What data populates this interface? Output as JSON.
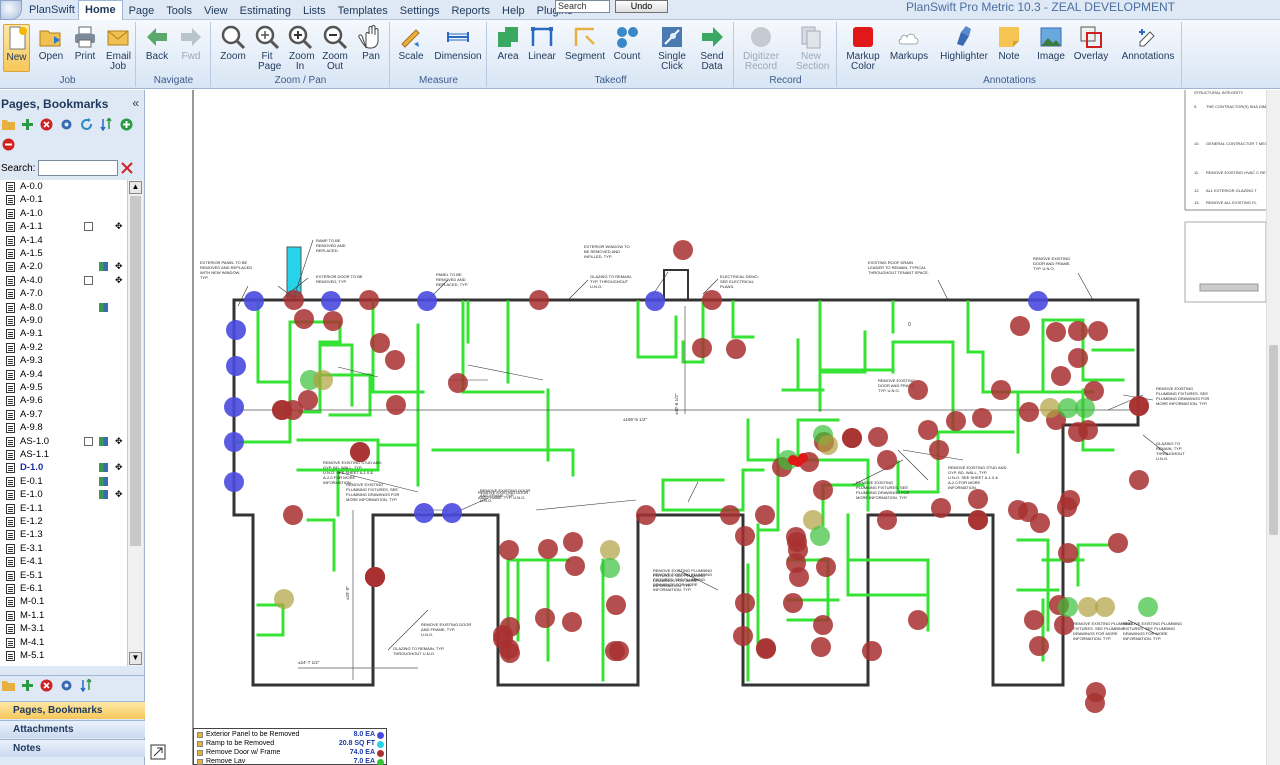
{
  "app": {
    "name": "PlanSwift",
    "window_title": "PlanSwift Pro Metric 10.3 - ZEAL DEVELOPMENT"
  },
  "menus": [
    "Home",
    "Page",
    "Tools",
    "View",
    "Estimating",
    "Lists",
    "Templates",
    "Settings",
    "Reports",
    "Help",
    "Plugins"
  ],
  "quick": {
    "search_placeholder": "Search",
    "undo_label": "Undo"
  },
  "ribbon": {
    "groups": [
      {
        "label": "Job",
        "buttons": [
          {
            "label": "New",
            "icon": "new-icon"
          },
          {
            "label": "Open",
            "icon": "folder-open-icon"
          },
          {
            "label": "Print",
            "icon": "printer-icon"
          },
          {
            "label": "Email Job",
            "icon": "email-icon"
          }
        ]
      },
      {
        "label": "Navigate",
        "buttons": [
          {
            "label": "Back",
            "icon": "arrow-left-icon"
          },
          {
            "label": "Fwd",
            "icon": "arrow-right-icon"
          }
        ]
      },
      {
        "label": "Zoom / Pan",
        "buttons": [
          {
            "label": "Zoom",
            "icon": "magnifier-icon"
          },
          {
            "label": "Fit Page",
            "icon": "zoom-fit-icon"
          },
          {
            "label": "Zoom In",
            "icon": "zoom-in-icon"
          },
          {
            "label": "Zoom Out",
            "icon": "zoom-out-icon"
          },
          {
            "label": "Pan",
            "icon": "hand-icon"
          }
        ]
      },
      {
        "label": "Measure",
        "buttons": [
          {
            "label": "Scale",
            "icon": "scale-icon"
          },
          {
            "label": "Dimension",
            "icon": "dimension-icon"
          }
        ]
      },
      {
        "label": "Takeoff",
        "buttons": [
          {
            "label": "Area",
            "icon": "area-icon"
          },
          {
            "label": "Linear",
            "icon": "linear-icon"
          },
          {
            "label": "Segment",
            "icon": "segment-icon"
          },
          {
            "label": "Count",
            "icon": "count-icon"
          },
          {
            "label": "Single Click",
            "icon": "single-click-icon"
          },
          {
            "label": "Send Data",
            "icon": "send-data-icon"
          }
        ]
      },
      {
        "label": "Record",
        "buttons": [
          {
            "label": "Digitizer Record",
            "icon": "record-icon"
          },
          {
            "label": "New Section",
            "icon": "new-section-icon"
          }
        ]
      },
      {
        "label": "Annotations",
        "buttons": [
          {
            "label": "Markup Color",
            "icon": "color-icon"
          },
          {
            "label": "Markups",
            "icon": "cloud-icon"
          },
          {
            "label": "Highlighter",
            "icon": "highlighter-icon"
          },
          {
            "label": "Note",
            "icon": "note-icon"
          },
          {
            "label": "Image",
            "icon": "image-icon"
          },
          {
            "label": "Overlay",
            "icon": "overlay-icon"
          },
          {
            "label": "Annotations",
            "icon": "annotations-icon"
          }
        ]
      }
    ]
  },
  "sidebar": {
    "title": "Pages, Bookmarks",
    "collapse": "«",
    "search_label": "Search:",
    "pages": [
      "A-0.0",
      "A-0.1",
      "A-1.0",
      "A-1.1",
      "A-1.4",
      "A-1.5",
      "A-2.0",
      "A-4.0",
      "A-7.0",
      "A-8.0",
      "A-9.0",
      "A-9.1",
      "A-9.2",
      "A-9.3",
      "A-9.4",
      "A-9.5",
      "A-9.6",
      "A-9.7",
      "A-9.8",
      "AS-1.0",
      "AS-1.1",
      "D-1.0",
      "E-0.1",
      "E-1.0",
      "E-1.1",
      "E-1.2",
      "E-1.3",
      "E-3.1",
      "E-4.1",
      "E-5.1",
      "E-6.1",
      "M-0.1",
      "M-1.1",
      "M-3.1",
      "M-4.1",
      "M-5.1"
    ],
    "current_page": "D-1.0",
    "panes": [
      "Pages, Bookmarks",
      "Attachments",
      "Notes"
    ]
  },
  "drawing": {
    "notes_right": [
      "STRUCTURAL INTEGRITY",
      "THE CONTRACTOR(S) SHA DIMENSIONS AND MATERI PRIOR TO COMMENCEMEN BETWEEN FIELD CONDITIC WRITING.",
      "GENERAL CONTRACTOR T MECHANICAL AND ELECTR COORDINATE WITH OWNE REQUIRED FOR DEMOLITI",
      "REMOVE EXISTING HVAC C REFER TO MECHANICAL D",
      "ALL EXTERIOR GLAZING T",
      "REMOVE ALL EXISTING FL"
    ],
    "note_numbers": [
      "9.",
      "10.",
      "11.",
      "12.",
      "13."
    ],
    "labels": [
      "RAMP TO BE REMOVED AND REPLACED.",
      "EXTERIOR PANEL TO BE REMOVED AND REPLACED WITH NEW WINDOW, TYP.",
      "EXTERIOR DOOR TO BE REMOVED, TYP.",
      "PANEL TO BE REMOVED AND REPLACED, TYP.",
      "EXTERIOR WINDOW TO BE REMOVED AND INFILLED, TYP.",
      "GLAZING TO REMAIN, TYP. THROUGHOUT U.N.O.",
      "ELECTRICAL DEMO, SEE ELECTRICAL PLANS.",
      "EXISTING ROOF DRAIN LEADER TO REMAIN, TYPICAL THROUGHOUT TENANT SPACE.",
      "REMOVE EXISTING DOOR AND FRAME, TYP. U.N.O.",
      "REMOVE EXISTING PLUMBING FIXTURES. SEE PLUMBING DRAWINGS FOR MORE INFORMATION. TYP.",
      "REMOVE EXISTING DOOR AND FRAME. TYP. U.N.O.",
      "REMOVE EXISTING DOOR AND FRAME. TYP. U.N.O.",
      "REMOVE EXISTING PLUMBING FIXTURES. SEE PLUMBING DRAWINGS FOR MORE INFORMATION. TYP.",
      "REMOVE EXISTING PLUMBING FIXTURES. SEE PLUMBING DRAWINGS FOR MORE INFORMATION. TYP.",
      "GLAZING TO REMAIN, TYP. THROUGHOUT U.N.O.",
      "REMOVE EXISTING DOOR AND FRAME, TYP. U.N.O.",
      "REMOVE EXISTING PLUMBING FIXTURES. SEE PLUMBING DRAWINGS FOR MORE INFORMATION. TYP.",
      "REMOVE EXISTING PLUMBING FIXTURES. SEE PLUMBING DRAWINGS FOR MORE INFORMATION. TYP.",
      "REMOVE EXISTING PLUMBING FIXTURES. SEE PLUMBING DRAWINGS FOR MORE INFORMATION. TYP.",
      "REMOVE EXISTING PLUMBING FIXTURES. SEE PLUMBING DRAWINGS FOR MORE INFORMATION. TYP.",
      "GLAZING TO REMAIN, TYP. THROUGHOUT U.N.O.",
      "REMOVE EXISTING STUD AND GYP. BD. WALL, TYP. U.N.O. SEE SHEET A-1.0 & A-2.0 FOR MORE INFORMATION.",
      "REMOVE EXISTING STUD AND GYP. BD. WALL, TYP. U.N.O. SEE SHEET A-1.0 & A-2.0 FOR MORE INFORMATION.",
      "REMOVE EXISTING DOOR AND FRAME, TYP. U.N.O."
    ],
    "dims": [
      "±186'-5 1/2\"",
      "±40'-6 1/2\"",
      "±24'-7 1/2\"",
      "±29'-0\"",
      "0"
    ],
    "legend": [
      {
        "name": "Exterior Panel to be Removed",
        "qty": "8.0 EA",
        "color": "#4a4ae0"
      },
      {
        "name": "Ramp to be Removed",
        "qty": "20.8 SQ FT",
        "color": "#27d3e8"
      },
      {
        "name": "Remove Door w/ Frame",
        "qty": "74.0 EA",
        "color": "#a83030"
      },
      {
        "name": "Remove Lav",
        "qty": "7.0 EA",
        "color": "#39c039"
      }
    ]
  },
  "colors": {
    "ribbon": "#dfe8f5",
    "accent": "#f7c75a",
    "door_marker": "#a83030",
    "panel_marker": "#4a4ae0",
    "wall_demo": "#35e335",
    "ramp": "#27d3e8"
  }
}
